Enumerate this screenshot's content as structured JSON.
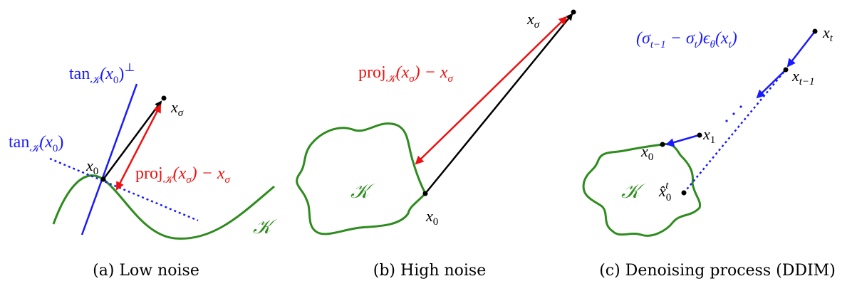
{
  "colors": {
    "curve": "#2e8b1e",
    "normal": "#1a1aff",
    "projection": "#ee1111",
    "black": "#000000"
  },
  "panels": [
    {
      "caption": "(a) Low noise",
      "labels": {
        "tan_perp_prefix": "tan",
        "tan_perp_sub": "𝒦",
        "tan_perp_arg": "(x",
        "tan_perp_arg_sub": "0",
        "tan_perp_close": ")",
        "tan_perp_sup": "⊥",
        "tan_prefix": "tan",
        "tan_sub": "𝒦",
        "tan_arg": "(x",
        "tan_arg_sub": "0",
        "tan_close": ")",
        "x0_base": "x",
        "x0_sub": "0",
        "xs_base": "x",
        "xs_sub": "σ",
        "proj_prefix": "proj",
        "proj_sub": "𝒦",
        "proj_arg": "(x",
        "proj_arg_sub": "σ",
        "proj_rest": ") − x",
        "proj_rest_sub": "σ",
        "K": "𝒦"
      }
    },
    {
      "caption": "(b) High noise",
      "labels": {
        "xs_base": "x",
        "xs_sub": "σ",
        "proj_prefix": "proj",
        "proj_sub": "𝒦",
        "proj_arg": "(x",
        "proj_arg_sub": "σ",
        "proj_rest": ") − x",
        "proj_rest_sub": "σ",
        "K": "𝒦",
        "x0_base": "x",
        "x0_sub": "0"
      }
    },
    {
      "caption": "(c) Denoising process (DDIM)",
      "labels": {
        "step_a": "(σ",
        "step_a_sub": "t−1",
        "step_b": " − σ",
        "step_b_sub": "t",
        "step_c": ")ϵ",
        "step_c_sub": "θ",
        "step_d": "(x",
        "step_d_sub": "t",
        "step_e": ")",
        "xt_base": "x",
        "xt_sub": "t",
        "xt1_base": "x",
        "xt1_sub": "t−1",
        "x1_base": "x",
        "x1_sub": "1",
        "x0_base": "x",
        "x0_sub": "0",
        "xhat_base": "x̂",
        "xhat_sub": "0",
        "xhat_sup": "t",
        "K": "𝒦"
      }
    }
  ]
}
